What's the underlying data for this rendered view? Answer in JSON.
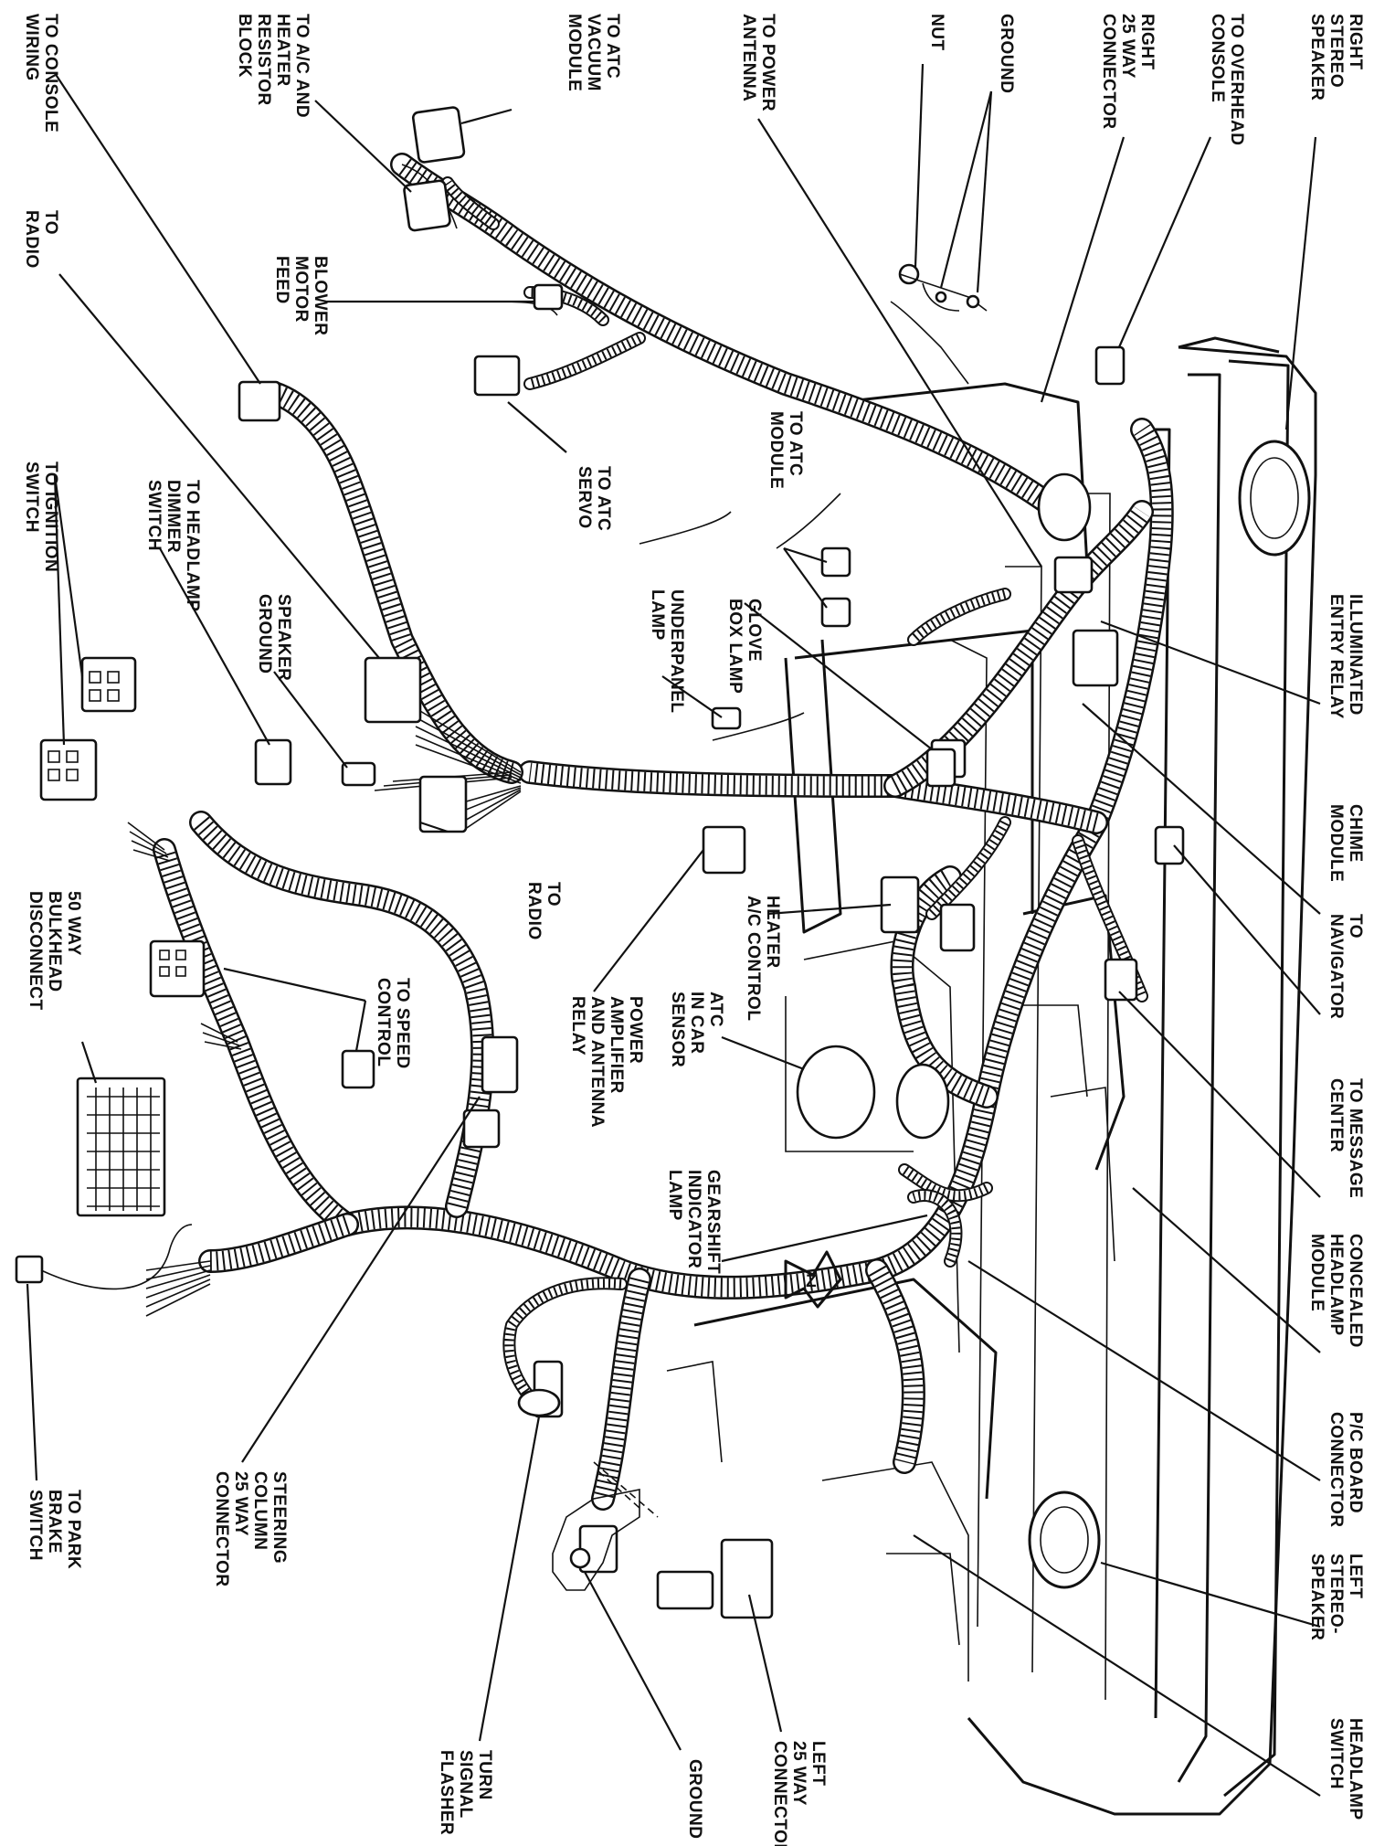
{
  "labels": {
    "right_stereo_speaker": [
      "RIGHT",
      "STEREO",
      "SPEAKER"
    ],
    "to_overhead_console": [
      "TO OVERHEAD",
      "CONSOLE"
    ],
    "right_25_way_connector": [
      "RIGHT",
      "25 WAY",
      "CONNECTOR"
    ],
    "ground_top": [
      "GROUND"
    ],
    "nut": [
      "NUT"
    ],
    "to_power_antenna": [
      "TO POWER",
      "ANTENNA"
    ],
    "to_atc_vacuum_module": [
      "TO ATC",
      "VACUUM",
      "MODULE"
    ],
    "to_ac_heater_resistor_block": [
      "TO A/C AND",
      "HEATER",
      "RESISTOR",
      "BLOCK"
    ],
    "to_console_wiring": [
      "TO CONSOLE",
      "WIRING"
    ],
    "to_radio_top": [
      "TO",
      "RADIO"
    ],
    "blower_motor_feed": [
      "BLOWER",
      "MOTOR",
      "FEED"
    ],
    "to_atc_servo": [
      "TO ATC",
      "SERVO"
    ],
    "to_atc_module": [
      "TO ATC",
      "MODULE"
    ],
    "glove_box_lamp": [
      "GLOVE",
      "BOX LAMP"
    ],
    "underpanel_lamp": [
      "UNDERPANEL",
      "LAMP"
    ],
    "illuminated_entry_relay": [
      "ILLUMINATED",
      "ENTRY RELAY"
    ],
    "chime_module": [
      "CHIME",
      "MODULE"
    ],
    "to_navigator": [
      "TO",
      "NAVIGATOR"
    ],
    "to_message_center": [
      "TO MESSAGE",
      "CENTER"
    ],
    "concealed_headlamp_module": [
      "CONCEALED",
      "HEADLAMP",
      "MODULE"
    ],
    "pc_board_connector": [
      "P/C BOARD",
      "CONNECTOR"
    ],
    "left_stereo_speaker": [
      "LEFT",
      "STEREO-",
      "SPEAKER"
    ],
    "headlamp_switch": [
      "HEADLAMP",
      "SWITCH"
    ],
    "left_25_way_connector": [
      "LEFT",
      "25 WAY",
      "CONNECTOR"
    ],
    "ground_bottom": [
      "GROUND"
    ],
    "turn_signal_flasher": [
      "TURN",
      "SIGNAL",
      "FLASHER"
    ],
    "steering_column_25_way": [
      "STEERING",
      "COLUMN",
      "25 WAY",
      "CONNECTOR"
    ],
    "to_park_brake_switch": [
      "TO PARK",
      "BRAKE",
      "SWITCH"
    ],
    "bulkhead_disconnect": [
      "50 WAY",
      "BULKHEAD",
      "DISCONNECT"
    ],
    "to_speed_control": [
      "TO SPEED",
      "CONTROL"
    ],
    "to_ignition_switch": [
      "TO IGNITION",
      "SWITCH"
    ],
    "to_headlamp_dimmer_switch": [
      "TO HEADLAMP",
      "DIMMER",
      "SWITCH"
    ],
    "speaker_ground": [
      "SPEAKER",
      "GROUND"
    ],
    "to_radio_mid": [
      "TO",
      "RADIO"
    ],
    "heater_ac_control": [
      "HEATER",
      "A/C CONTROL"
    ],
    "power_amplifier_antenna_relay": [
      "POWER",
      "AMPLIFIER",
      "AND ANTENNA",
      "RELAY"
    ],
    "atc_in_car_sensor": [
      "ATC",
      "IN CAR",
      "SENSOR"
    ],
    "gearshift_indicator_lamp": [
      "GEARSHIFT",
      "INDICATOR",
      "LAMP"
    ]
  },
  "markers": {
    "view_arrow": "Z"
  }
}
